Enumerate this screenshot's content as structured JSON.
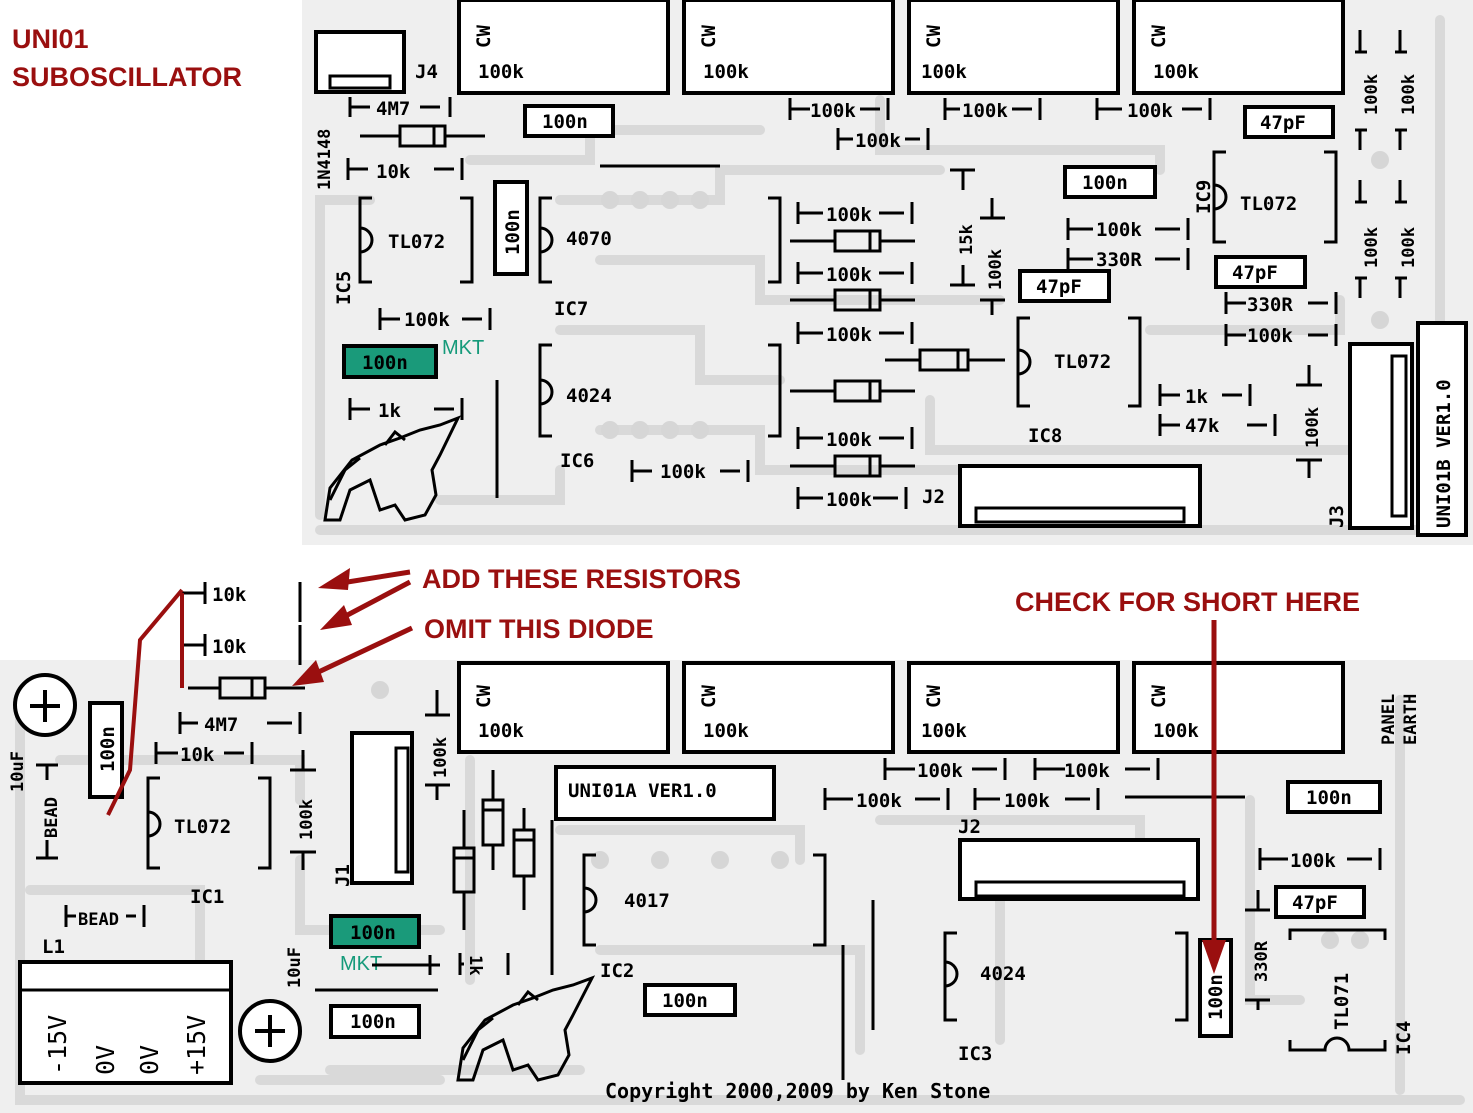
{
  "title": {
    "line1": "UNI01",
    "line2": "SUBOSCILLATOR"
  },
  "notes": {
    "add_resistors": "ADD THESE RESISTORS",
    "omit_diode": "OMIT THIS DIODE",
    "check_short": "CHECK FOR SHORT HERE"
  },
  "colors": {
    "annotation": "#9a0f0f",
    "mkt_fill": "#1a9a7a",
    "pcb_bg": "#efefef",
    "trace": "#d9d9d9"
  },
  "top_board": {
    "pots": [
      {
        "cw": "CW",
        "value": "100k"
      },
      {
        "cw": "CW",
        "value": "100k"
      },
      {
        "cw": "CW",
        "value": "100k"
      },
      {
        "cw": "CW",
        "value": "100k"
      }
    ],
    "connectors": {
      "j4": "J4",
      "j2": "J2",
      "j3": "J3"
    },
    "diode": "1N4148",
    "ics": {
      "ic5": "IC5",
      "ic5_type": "TL072",
      "ic7": "IC7",
      "ic7_type": "4070",
      "ic6": "IC6",
      "ic6_type": "4024",
      "ic8": "IC8",
      "ic8_type": "TL072",
      "ic9": "IC9",
      "ic9_type": "TL072"
    },
    "mkt": "MKT",
    "version": "UNI01B VER1.0",
    "parts": {
      "r_4m7": "4M7",
      "r_10k": "10k",
      "c_100n_a": "100n",
      "c_100n_v": "100n",
      "r_100k_a": "100k",
      "c_100n_mkt": "100n",
      "r_1k": "1k",
      "r_100k_row1a": "100k",
      "r_100k_row1b": "100k",
      "r_100k_row1c": "100k",
      "r_100k_row2": "100k",
      "c_47pf_a": "47pF",
      "c_100n_b": "100n",
      "r_100k_ic9": "100k",
      "r_330r_a": "330R",
      "c_47pf_b": "47pF",
      "c_47pf_c": "47pF",
      "r_330r_b": "330R",
      "r_100k_c": "100k",
      "r_15k": "15k",
      "r_100k_v": "100k",
      "r_100k_l1": "100k",
      "r_100k_l2": "100k",
      "r_100k_l3": "100k",
      "r_100k_l4": "100k",
      "r_100k_l5": "100k",
      "r_100k_bottom": "100k",
      "r_1k_b": "1k",
      "r_47k": "47k",
      "r_100k_v2": "100k",
      "r_100k_tr1": "100k",
      "r_100k_tr2": "100k",
      "r_100k_tr3": "100k",
      "r_100k_tr4": "100k"
    }
  },
  "bottom_board": {
    "pots": [
      {
        "cw": "CW",
        "value": "100k"
      },
      {
        "cw": "CW",
        "value": "100k"
      },
      {
        "cw": "CW",
        "value": "100k"
      },
      {
        "cw": "CW",
        "value": "100k"
      }
    ],
    "panel_earth": {
      "line1": "PANEL",
      "line2": "EARTH"
    },
    "version": "UNI01A VER1.0",
    "add_r1": "10k",
    "add_r2": "10k",
    "r_4m7": "4M7",
    "r_10k": "10k",
    "c_100n_v": "100n",
    "cap_10uf_a": "10uF",
    "bead_v": "BEAD",
    "ic1": "IC1",
    "ic1_type": "TL072",
    "r_100k_v": "100k",
    "r_100k_v2": "100k",
    "j1": "J1",
    "j2": "J2",
    "bead_h": "BEAD",
    "l1": "L1",
    "power": [
      "-15V",
      "0V",
      "0V",
      "+15V"
    ],
    "c_100n_mkt": "100n",
    "mkt": "MKT",
    "cap_10uf_b": "10uF",
    "c_100n_low": "100n",
    "r_1k": "1k",
    "ic2": "IC2",
    "ic2_type": "4017",
    "c_100n_ic2": "100n",
    "ic3": "IC3",
    "ic3_type": "4024",
    "r_100k_a": "100k",
    "r_100k_b": "100k",
    "r_100k_c": "100k",
    "r_100k_d": "100k",
    "c_100n_right": "100n",
    "r_100k_right": "100k",
    "c_47pf": "47pF",
    "r_330r": "330R",
    "c_100n_short": "100n",
    "ic4": "IC4",
    "ic4_type": "TL071",
    "copyright": "Copyright 2000,2009 by Ken Stone"
  }
}
